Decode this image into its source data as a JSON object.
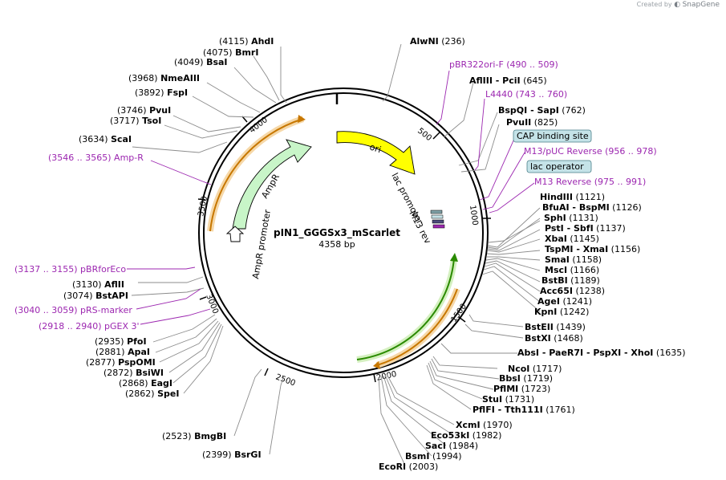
{
  "credit": {
    "prefix": "Created by ",
    "brand": "SnapGene"
  },
  "plasmid": {
    "name": "pIN1_GGGSx3_mScarlet",
    "size": "4358 bp"
  },
  "features": {
    "ori": "ori",
    "lac_promoter": "lac promoter",
    "m13_rev": "M13 rev",
    "ampr": "AmpR",
    "ampr_promoter": "AmpR promoter"
  },
  "ticks": {
    "t500": "500",
    "t1000": "1000",
    "t1500": "1500",
    "t2000": "2000",
    "t2500": "2500",
    "t3000": "3000",
    "t3500": "3500",
    "t4000": "4000"
  },
  "sites": [
    {
      "pos": "(4115)  ",
      "name": "AhdI"
    },
    {
      "pos": "(4075)  ",
      "name": "BmrI"
    },
    {
      "pos": "(4049)  ",
      "name": "BsaI"
    },
    {
      "pos": "(3968)  ",
      "name": "NmeAIII"
    },
    {
      "pos": "(3892)  ",
      "name": "FspI"
    },
    {
      "pos": "(3746)  ",
      "name": "PvuI"
    },
    {
      "pos": "(3717)  ",
      "name": "TsoI"
    },
    {
      "pos": "(3634)  ",
      "name": "ScaI"
    },
    {
      "pos": "   (236)",
      "name": "AlwNI"
    },
    {
      "pos": "   (645)",
      "name": "AflIII   - PciI"
    },
    {
      "pos": "   (762)",
      "name": "BspQI  - SapI"
    },
    {
      "pos": "   (825)",
      "name": "PvuII"
    },
    {
      "pos": "   (1121)",
      "name": "HindIII"
    },
    {
      "pos": "   (1126)",
      "name": "BfuAI  - BspMI"
    },
    {
      "pos": "   (1131)",
      "name": "SphI"
    },
    {
      "pos": "   (1137)",
      "name": "PstI  - SbfI"
    },
    {
      "pos": "   (1145)",
      "name": "XbaI"
    },
    {
      "pos": "   (1156)",
      "name": "TspMI  - XmaI"
    },
    {
      "pos": "   (1158)",
      "name": "SmaI"
    },
    {
      "pos": "   (1166)",
      "name": "MscI"
    },
    {
      "pos": "   (1189)",
      "name": "BstBI"
    },
    {
      "pos": "   (1238)",
      "name": "Acc65I"
    },
    {
      "pos": "   (1241)",
      "name": "AgeI"
    },
    {
      "pos": "   (1242)",
      "name": "KpnI"
    },
    {
      "pos": "   (1439)",
      "name": "BstEII"
    },
    {
      "pos": "   (1468)",
      "name": "BstXI"
    },
    {
      "pos": "   (1635)",
      "name": "AbsI   - PaeR7I  - PspXI  - XhoI"
    },
    {
      "pos": "   (1717)",
      "name": "NcoI"
    },
    {
      "pos": "   (1719)",
      "name": "BbsI"
    },
    {
      "pos": "   (1723)",
      "name": "PflMI"
    },
    {
      "pos": "   (1731)",
      "name": "StuI"
    },
    {
      "pos": "   (1761)",
      "name": "PflFI   - Tth111I"
    },
    {
      "pos": "   (1970)",
      "name": "XcmI"
    },
    {
      "pos": "   (1982)",
      "name": "Eco53kI"
    },
    {
      "pos": "   (1984)",
      "name": "SacI"
    },
    {
      "pos": "   (1994)",
      "name": "BsmI"
    },
    {
      "pos": "   (2003)",
      "name": "EcoRI"
    },
    {
      "pos": "(3130)  ",
      "name": "AflII"
    },
    {
      "pos": "(3074)  ",
      "name": "BstAPI"
    },
    {
      "pos": "(2935)  ",
      "name": "PfoI"
    },
    {
      "pos": "(2881)  ",
      "name": "ApaI"
    },
    {
      "pos": "(2877)  ",
      "name": "PspOMI"
    },
    {
      "pos": "(2872)  ",
      "name": "BsiWI"
    },
    {
      "pos": "(2868)  ",
      "name": "EagI"
    },
    {
      "pos": "(2862)  ",
      "name": "SpeI"
    },
    {
      "pos": "(2523)  ",
      "name": "BmgBI"
    },
    {
      "pos": "(2399)  ",
      "name": "BsrGI"
    }
  ],
  "primers": [
    "pBR322ori-F    (490 .. 509)",
    "L4440    (743 .. 760)",
    "M13/pUC Reverse     (956 .. 978)",
    "M13 Reverse     (975 .. 991)",
    "(3546 .. 3565)  Amp-R",
    "(3137 .. 3155)  pBRforEco",
    "(3040 .. 3059)  pRS-marker",
    "(2918 .. 2940)  pGEX 3'"
  ],
  "boxes": [
    "CAP binding site",
    "lac operator"
  ],
  "colors": {
    "ori": "#ffff00",
    "ampr": "#c8f5c8",
    "primer": "#9c27b0",
    "orange_feature": "#c77700",
    "green_feature": "#2a8a00",
    "box_fill": "#c5e3e8"
  }
}
